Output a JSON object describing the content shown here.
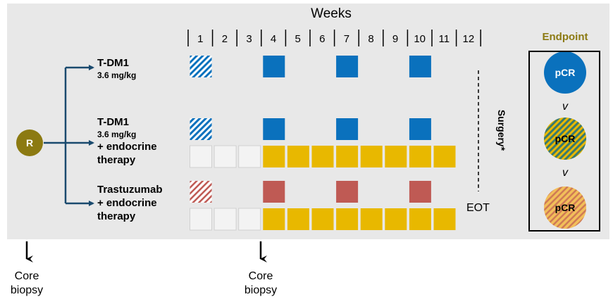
{
  "header": {
    "weeks_label": "Weeks",
    "week_numbers": [
      "1",
      "2",
      "3",
      "4",
      "5",
      "6",
      "7",
      "8",
      "9",
      "10",
      "11",
      "12"
    ]
  },
  "randomization": {
    "label": "R",
    "color": "#8c7a12"
  },
  "arms": [
    {
      "name": "T-DM1",
      "dose": "3.6 mg/kg",
      "extra_lines": []
    },
    {
      "name": "T-DM1",
      "dose": "3.6 mg/kg",
      "extra_lines": [
        "+ endocrine",
        "therapy"
      ]
    },
    {
      "name": "Trastuzumab",
      "dose": "",
      "extra_lines": [
        "+ endocrine",
        "therapy"
      ]
    }
  ],
  "surgery_label": "Surgery*",
  "eot_label": "EOT",
  "endpoint": {
    "title": "Endpoint",
    "circles": [
      "pCR",
      "pCR",
      "pCR"
    ],
    "versus": [
      "v",
      "v"
    ]
  },
  "core_biopsy": {
    "left": [
      "Core",
      "biopsy"
    ],
    "right": [
      "Core",
      "biopsy"
    ]
  },
  "colors": {
    "tdm1": "#0a71bd",
    "endocrine": "#e8b800",
    "trastuzumab": "#bf5a54",
    "empty": "#f3f3f3",
    "arrow": "#1a4a6e",
    "endpoint_title": "#8c7a12"
  }
}
